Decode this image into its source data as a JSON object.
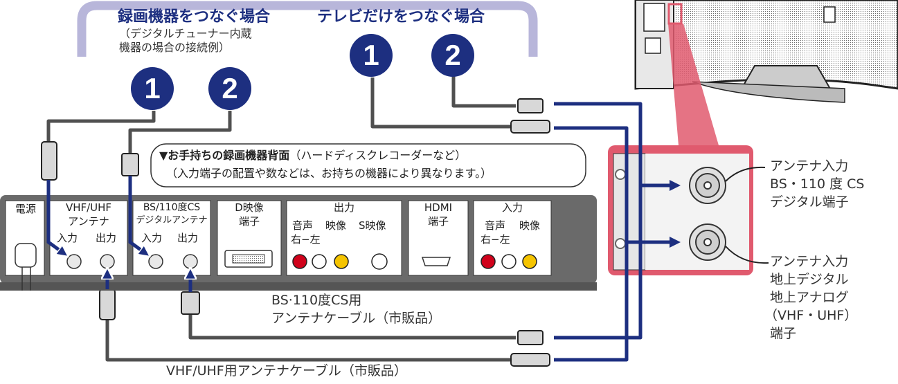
{
  "headers": {
    "recorder_title": "録画機器をつなぐ場合",
    "recorder_sub_1": "（デジタルチューナー内蔵",
    "recorder_sub_2": "機器の場合の接続例）",
    "tv_only_title": "テレビだけをつなぐ場合"
  },
  "badges": [
    "1",
    "2",
    "1",
    "2"
  ],
  "note": {
    "bold": "▼お手持ちの録画機器背面",
    "rest": "（ハードディスクレコーダーなど）",
    "line2": "（入力端子の配置や数などは、お持ちの機器により異なります。）"
  },
  "recorder_panel": {
    "power": "電源",
    "vhf_1": "VHF/UHF",
    "vhf_2": "アンテナ",
    "bs_1": "BS/110度CS",
    "bs_2": "デジタルアンテナ",
    "in": "入力",
    "out": "出力",
    "d_1": "D映像",
    "d_2": "端子",
    "av_out": "出力",
    "audio": "音声",
    "rl": "右−左",
    "video": "映像",
    "svideo": "S映像",
    "hdmi_1": "HDMI",
    "hdmi_2": "端子",
    "av_in": "入力"
  },
  "tv_labels": {
    "bs_1": "アンテナ入力",
    "bs_2": "BS・110 度 CS",
    "bs_3": "デジタル端子",
    "terr_1": "アンテナ入力",
    "terr_2": "地上デジタル",
    "terr_3": "地上アナログ",
    "terr_4": "（VHF・UHF）",
    "terr_5": "端子"
  },
  "cables": {
    "bs_1": "BS·110度CS用",
    "bs_2": "アンテナケーブル（市販品）",
    "vhf": "VHF/UHF用アンテナケーブル（市販品）"
  },
  "colors": {
    "accent": "#1d2f80",
    "lavender": "#b8b6da",
    "tv_highlight": "#e05a6e",
    "panel": "#6a6a6a",
    "cable": "#505050"
  }
}
